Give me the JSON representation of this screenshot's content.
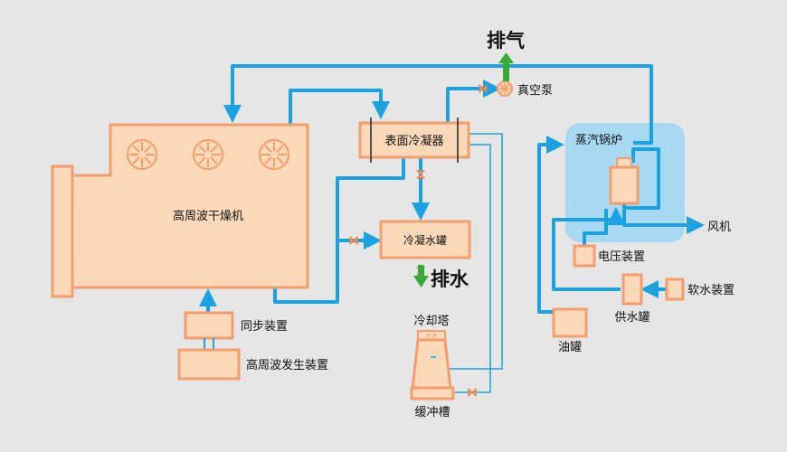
{
  "labels": {
    "exhaust": "排气",
    "vacuum_pump": "真空泵",
    "surface_condenser": "表面冷凝器",
    "steam_boiler": "蒸汽锅炉",
    "fan": "风机",
    "dryer": "高周波干燥机",
    "condensate_tank": "冷凝水罐",
    "drain": "排水",
    "voltage_device": "电压装置",
    "soft_water_device": "软水装置",
    "water_supply_tank": "供水罐",
    "oil_tank": "油罐",
    "sync_device": "同步装置",
    "hf_generator": "高周波发生装置",
    "cooling_tower": "冷却塔",
    "buffer_tank": "缓冲槽"
  },
  "colors": {
    "background": "#e6e6e6",
    "pipe_blue": "#1aa3e0",
    "equipment_fill": "#fcd9b8",
    "equipment_stroke": "#f29e6e",
    "boiler_zone": "#a9d8f3",
    "green_arrow": "#3aaa35"
  }
}
